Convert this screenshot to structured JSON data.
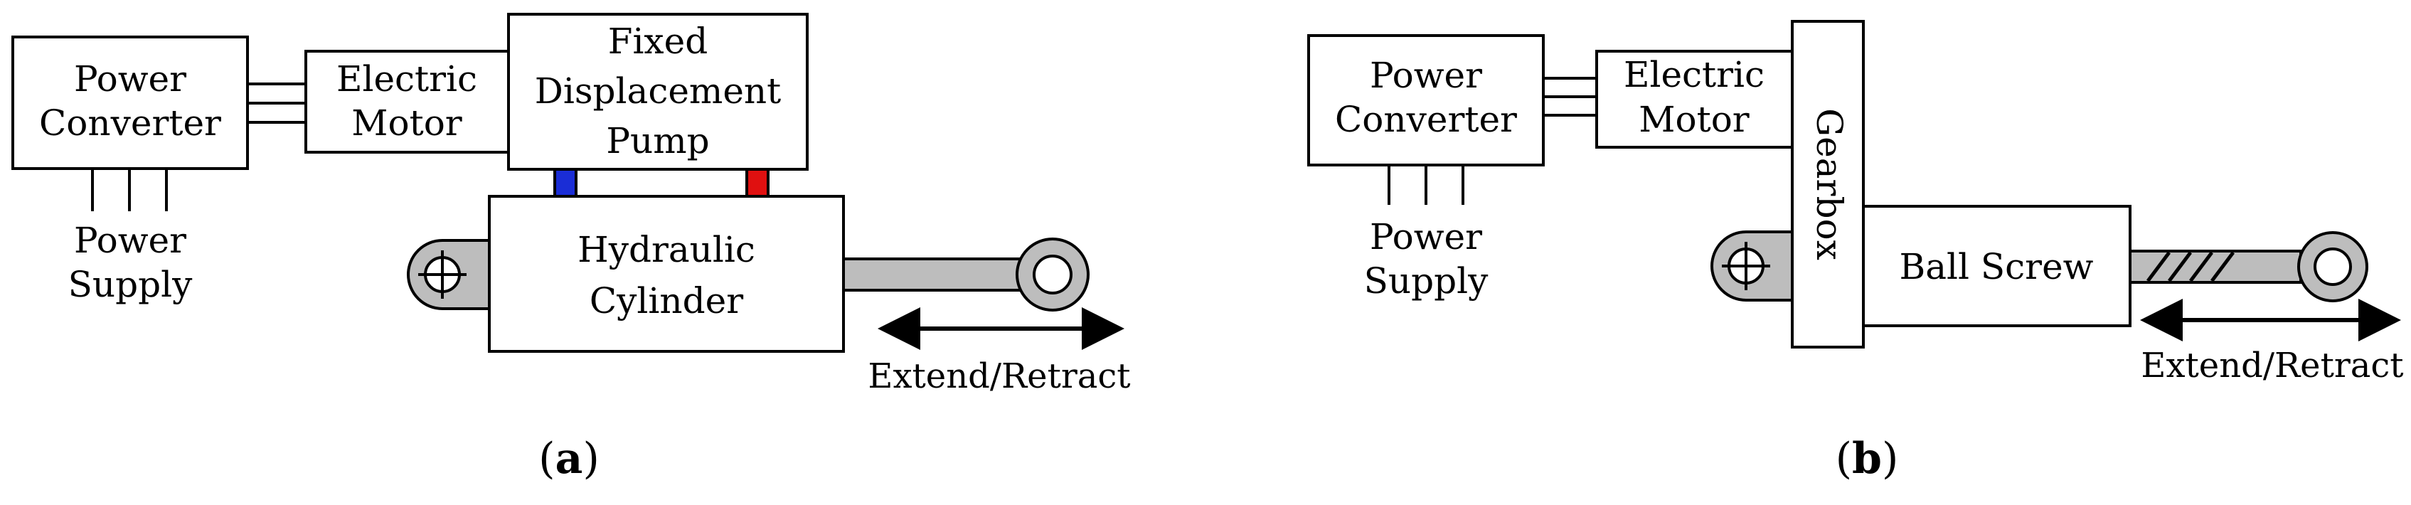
{
  "panel_a": {
    "power_converter": [
      "Power",
      "Converter"
    ],
    "electric_motor": [
      "Electric",
      "Motor"
    ],
    "pump": [
      "Fixed",
      "Displacement",
      "Pump"
    ],
    "power_supply": [
      "Power",
      "Supply"
    ],
    "cylinder": [
      "Hydraulic",
      "Cylinder"
    ],
    "motion": "Extend/Retract",
    "caption": [
      "(",
      "a",
      ")"
    ],
    "colors": {
      "port_low": "#1a2dd6",
      "port_high": "#e01010",
      "rod": "#bdbdbd"
    }
  },
  "panel_b": {
    "power_converter": [
      "Power",
      "Converter"
    ],
    "electric_motor": [
      "Electric",
      "Motor"
    ],
    "gearbox": "Gearbox",
    "power_supply": [
      "Power",
      "Supply"
    ],
    "ball_screw": "Ball Screw",
    "motion": "Extend/Retract",
    "caption": [
      "(",
      "b",
      ")"
    ]
  }
}
